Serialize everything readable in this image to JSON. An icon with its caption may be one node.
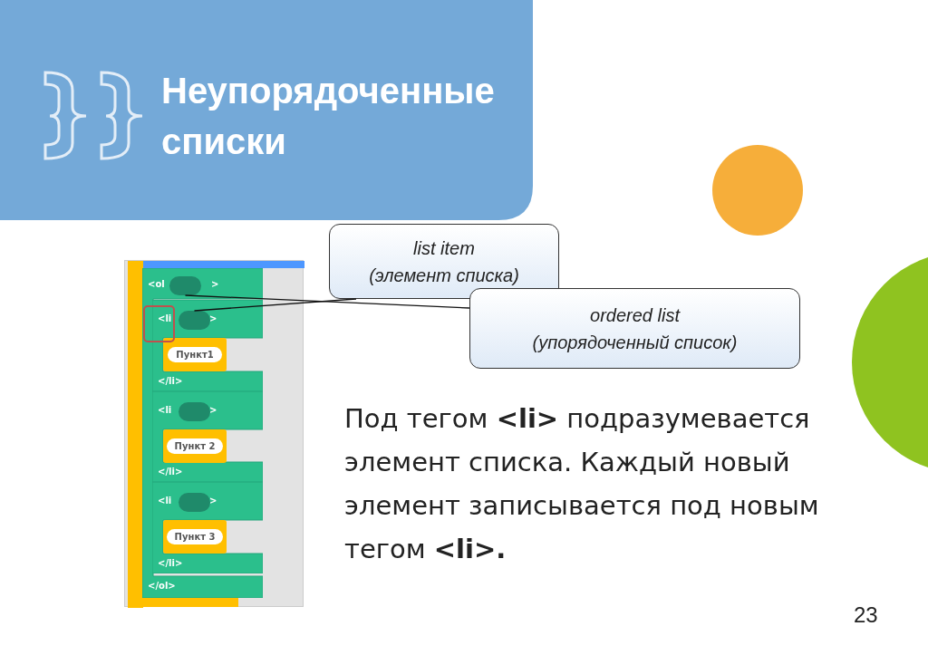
{
  "diagram": {
    "title": "Неупорядоченные списки",
    "nodes": [
      {
        "text": [
          "<ol",
          ">",
          "</ol>"
        ]
      },
      {
        "text": [],
        "shape": "oval",
        "in": 0
      },
      {
        "text": [
          "<li",
          ">",
          "</li>"
        ],
        "in": 0
      },
      {
        "text": [],
        "shape": "oval",
        "in": 2
      },
      {
        "text": [
          "Пункт1"
        ],
        "in": 2
      },
      {
        "text": [
          "<li",
          ">",
          "</li>"
        ],
        "in": 0
      },
      {
        "text": [],
        "shape": "oval",
        "in": 5
      },
      {
        "text": [
          "Пункт 2"
        ],
        "in": 5
      },
      {
        "text": [
          "<li",
          ">",
          "</li>"
        ],
        "in": 0
      },
      {
        "text": [],
        "shape": "oval",
        "in": 8
      },
      {
        "text": [
          "Пункт 3"
        ],
        "in": 8
      },
      {
        "text": [
          "list item",
          "(элемент списка)"
        ]
      },
      {
        "text": [
          "ordered list",
          "(упорядоченный список)"
        ]
      }
    ],
    "edges": [
      {
        "from": 11,
        "to": 3,
        "arrow": "none"
      },
      {
        "from": 12,
        "to": 1,
        "arrow": "none"
      }
    ],
    "labels": [
      "Под тегом **<li>** подразумевается элемент списка. Каждый новый элемент записывается под новым тегом **<li>.**",
      "23"
    ]
  }
}
